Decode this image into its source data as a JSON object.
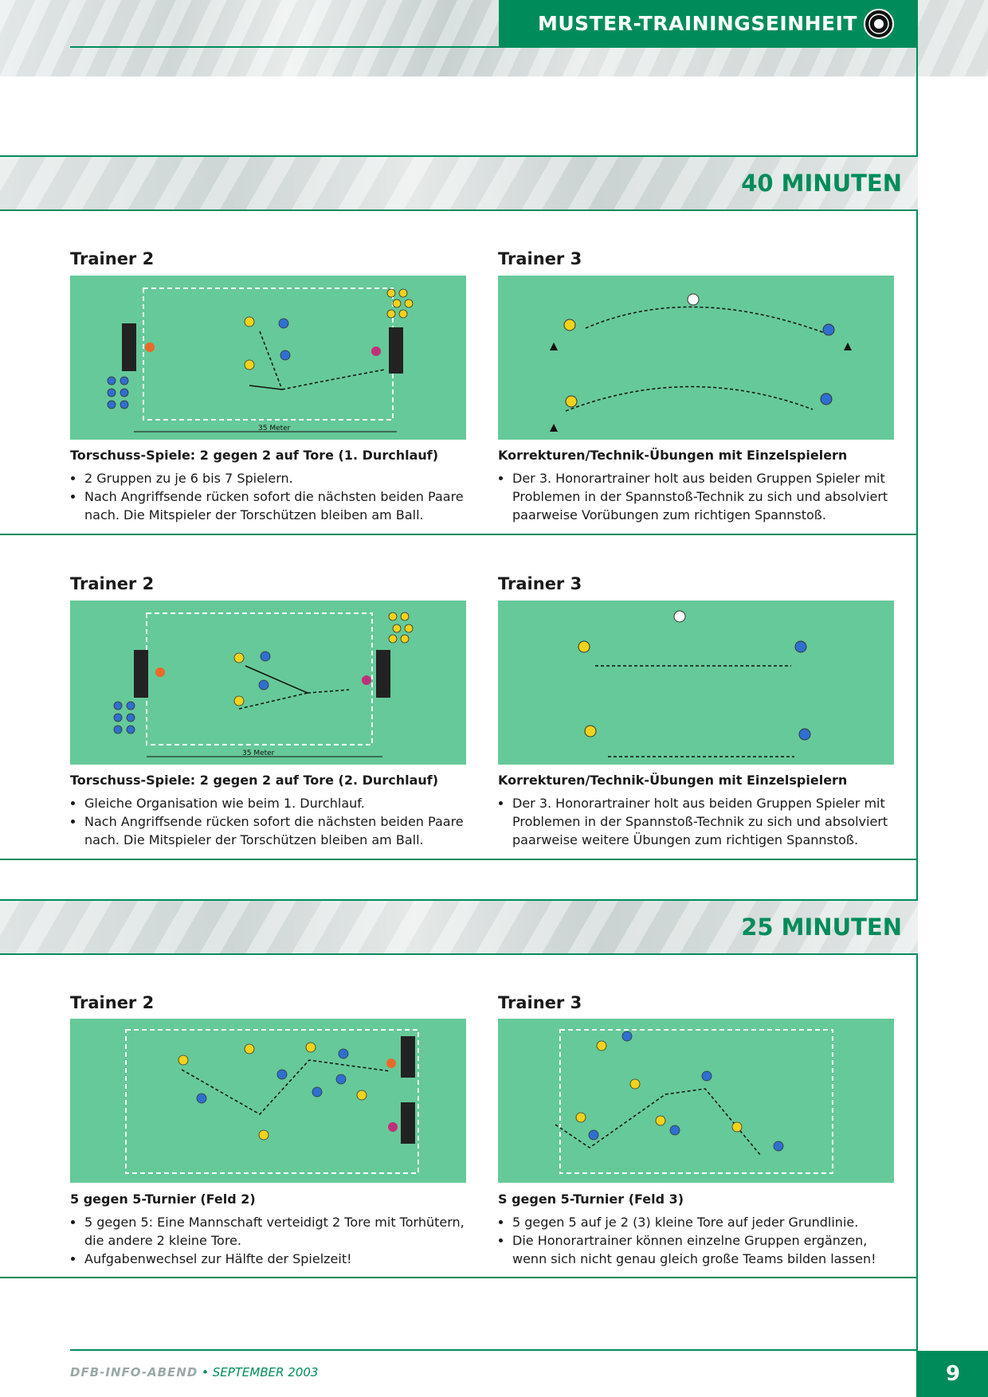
{
  "header": {
    "title": "MUSTER-TRAININGSEINHEIT"
  },
  "sections": [
    {
      "title": "40 MINUTEN"
    },
    {
      "title": "25 MINUTEN"
    }
  ],
  "panels": [
    {
      "trainer": "Trainer 2",
      "caption": "Torschuss-Spiele: 2 gegen 2 auf Tore  (1. Durchlauf)",
      "bullets": [
        "2 Gruppen zu je 6 bis 7 Spielern.",
        "Nach Angriffsende rücken sofort die nächsten beiden Paare nach. Die Mitspieler der Torschützen bleiben am Ball."
      ],
      "distance_label": "35 Meter"
    },
    {
      "trainer": "Trainer 3",
      "caption": "Korrekturen/Technik-Übungen mit Einzelspielern",
      "bullets": [
        "Der 3. Honorartrainer holt aus beiden Gruppen Spieler mit Problemen in der Spannstoß-Technik zu sich und absolviert paarweise Vorübungen zum richtigen Spannstoß."
      ]
    },
    {
      "trainer": "Trainer 2",
      "caption": "Torschuss-Spiele: 2 gegen 2 auf Tore  (2. Durchlauf)",
      "bullets": [
        "Gleiche Organisation wie beim 1. Durchlauf.",
        "Nach Angriffsende rücken sofort die nächsten beiden Paare nach. Die Mitspieler der Torschützen bleiben am Ball."
      ],
      "distance_label": "35 Meter"
    },
    {
      "trainer": "Trainer 3",
      "caption": "Korrekturen/Technik-Übungen mit Einzelspielern",
      "bullets": [
        "Der 3. Honorartrainer holt aus beiden Gruppen Spieler mit Problemen in der Spannstoß-Technik zu sich und absolviert paarweise weitere Übungen zum richtigen Spannstoß."
      ]
    },
    {
      "trainer": "Trainer 2",
      "caption": "5 gegen 5-Turnier (Feld 2)",
      "bullets": [
        "5 gegen 5: Eine Mannschaft verteidigt 2 Tore mit Torhütern, die andere 2 kleine Tore.",
        "Aufgabenwechsel zur Hälfte der Spielzeit!"
      ]
    },
    {
      "trainer": "Trainer 3",
      "caption": "S gegen 5-Turnier (Feld 3)",
      "bullets": [
        "5 gegen 5 auf je 2 (3) kleine Tore auf jeder Grundlinie.",
        "Die Honorartrainer können einzelne Gruppen ergänzen, wenn sich nicht genau gleich große Teams bilden lassen!"
      ]
    }
  ],
  "footer": {
    "brand": "DFB-INFO-ABEND",
    "date": "SEPTEMBER 2003",
    "page_number": "9"
  },
  "colors": {
    "accent": "#008c5a",
    "field": "#66c999",
    "team_a": "#f2d21b",
    "team_b": "#2f6fcf"
  }
}
